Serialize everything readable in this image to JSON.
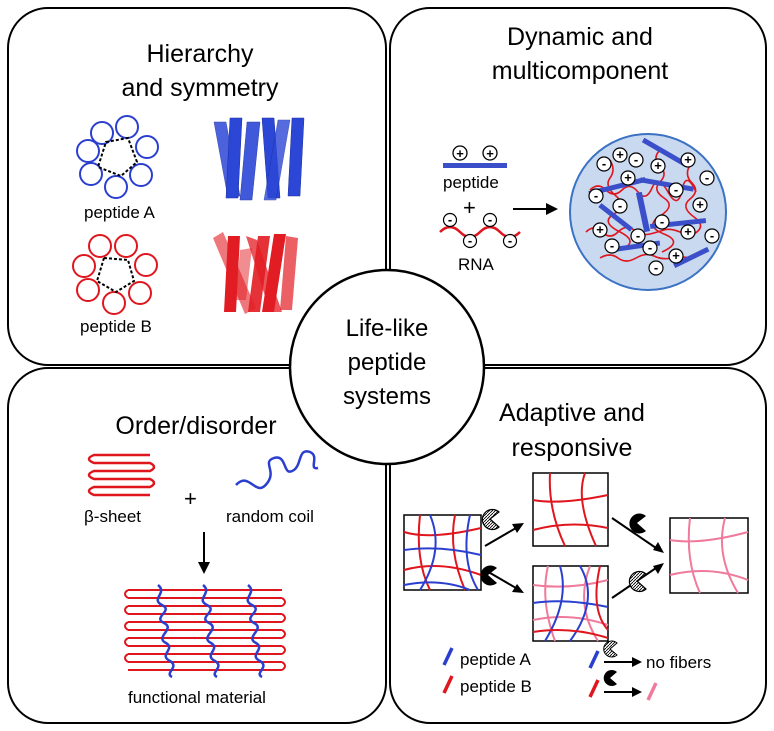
{
  "panels": {
    "top_left": {
      "title_line1": "Hierarchy",
      "title_line2": "and symmetry",
      "label_a": "peptide A",
      "label_b": "peptide B"
    },
    "top_right": {
      "title_line1": "Dynamic and",
      "title_line2": "multicomponent",
      "label_peptide": "peptide",
      "plus": "+",
      "label_rna": "RNA"
    },
    "bottom_left": {
      "title": "Order/disorder",
      "label_sheet": "β-sheet",
      "plus": "+",
      "label_coil": "random coil",
      "label_material": "functional material"
    },
    "bottom_right": {
      "title_line1": "Adaptive and",
      "title_line2": "responsive",
      "legend_a": "peptide A",
      "legend_b": "peptide B",
      "no_fibers": "no fibers"
    }
  },
  "center": {
    "line1": "Life-like",
    "line2": "peptide",
    "line3": "systems"
  },
  "signs": {
    "positive": "+",
    "negative": "-"
  },
  "colors": {
    "blue": "#2b3fcf",
    "red": "#e0161e",
    "pink": "#ef7a9b",
    "droplet": "#c9d9f0",
    "droplet_edge": "#3b72c4"
  }
}
